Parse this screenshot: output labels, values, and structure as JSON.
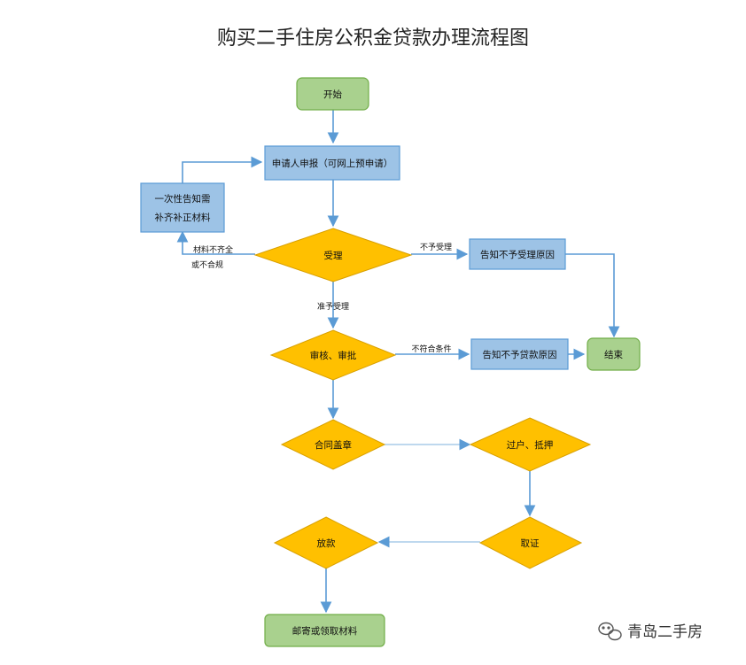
{
  "title": "购买二手住房公积金贷款办理流程图",
  "nodes": {
    "start": "开始",
    "apply": "申请人申报（可网上预申请）",
    "supplement_line1": "一次性告知需",
    "supplement_line2": "补齐补正材料",
    "accept": "受理",
    "notify_reject": "告知不予受理原因",
    "review": "审核、审批",
    "notify_loan_reject": "告知不予贷款原因",
    "end": "结束",
    "contract": "合同盖章",
    "transfer": "过户、抵押",
    "certificate": "取证",
    "disburse": "放款",
    "mail": "邮寄或领取材料"
  },
  "edges": {
    "incomplete_line1": "材料不齐全",
    "incomplete_line2": "或不合规",
    "not_accepted": "不予受理",
    "accepted": "准予受理",
    "not_qualified": "不符合条件"
  },
  "watermark": "青岛二手房",
  "colors": {
    "green_fill": "#a9d18e",
    "green_stroke": "#70ad47",
    "blue_fill": "#9dc3e6",
    "blue_stroke": "#5b9bd5",
    "diamond_fill": "#ffc000",
    "diamond_stroke": "#d9a000",
    "arrow": "#5b9bd5"
  }
}
